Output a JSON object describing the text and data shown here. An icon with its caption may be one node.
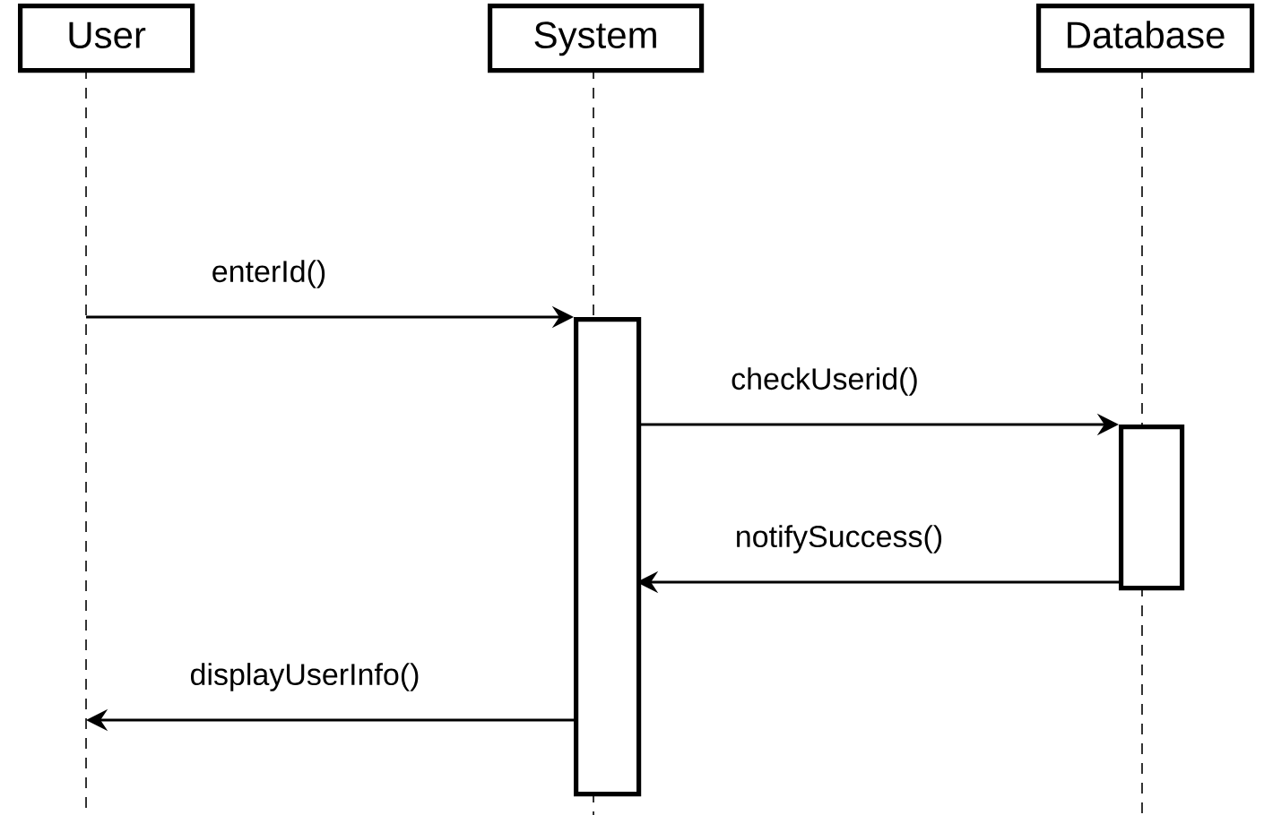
{
  "diagram": {
    "nodes": [
      {
        "text": [
          "User"
        ]
      },
      {
        "text": [
          "System"
        ]
      },
      {
        "text": [
          "Database"
        ]
      },
      {
        "text": [],
        "shape": "bar"
      },
      {
        "text": [],
        "shape": "bar"
      }
    ],
    "edges": [
      {
        "from": 1,
        "to": 3,
        "arrow": "none",
        "style": "dashed"
      },
      {
        "from": 2,
        "to": 4,
        "arrow": "none",
        "style": "dashed"
      },
      {
        "from": null,
        "to": 3,
        "arrow": "to",
        "label": "enterId()"
      },
      {
        "from": 3,
        "to": 4,
        "arrow": "to",
        "label": "checkUserid()"
      },
      {
        "from": 4,
        "to": 3,
        "arrow": "to",
        "label": "notifySuccess()"
      },
      {
        "from": 3,
        "to": null,
        "arrow": "to",
        "label": "displayUserInfo()"
      }
    ]
  }
}
